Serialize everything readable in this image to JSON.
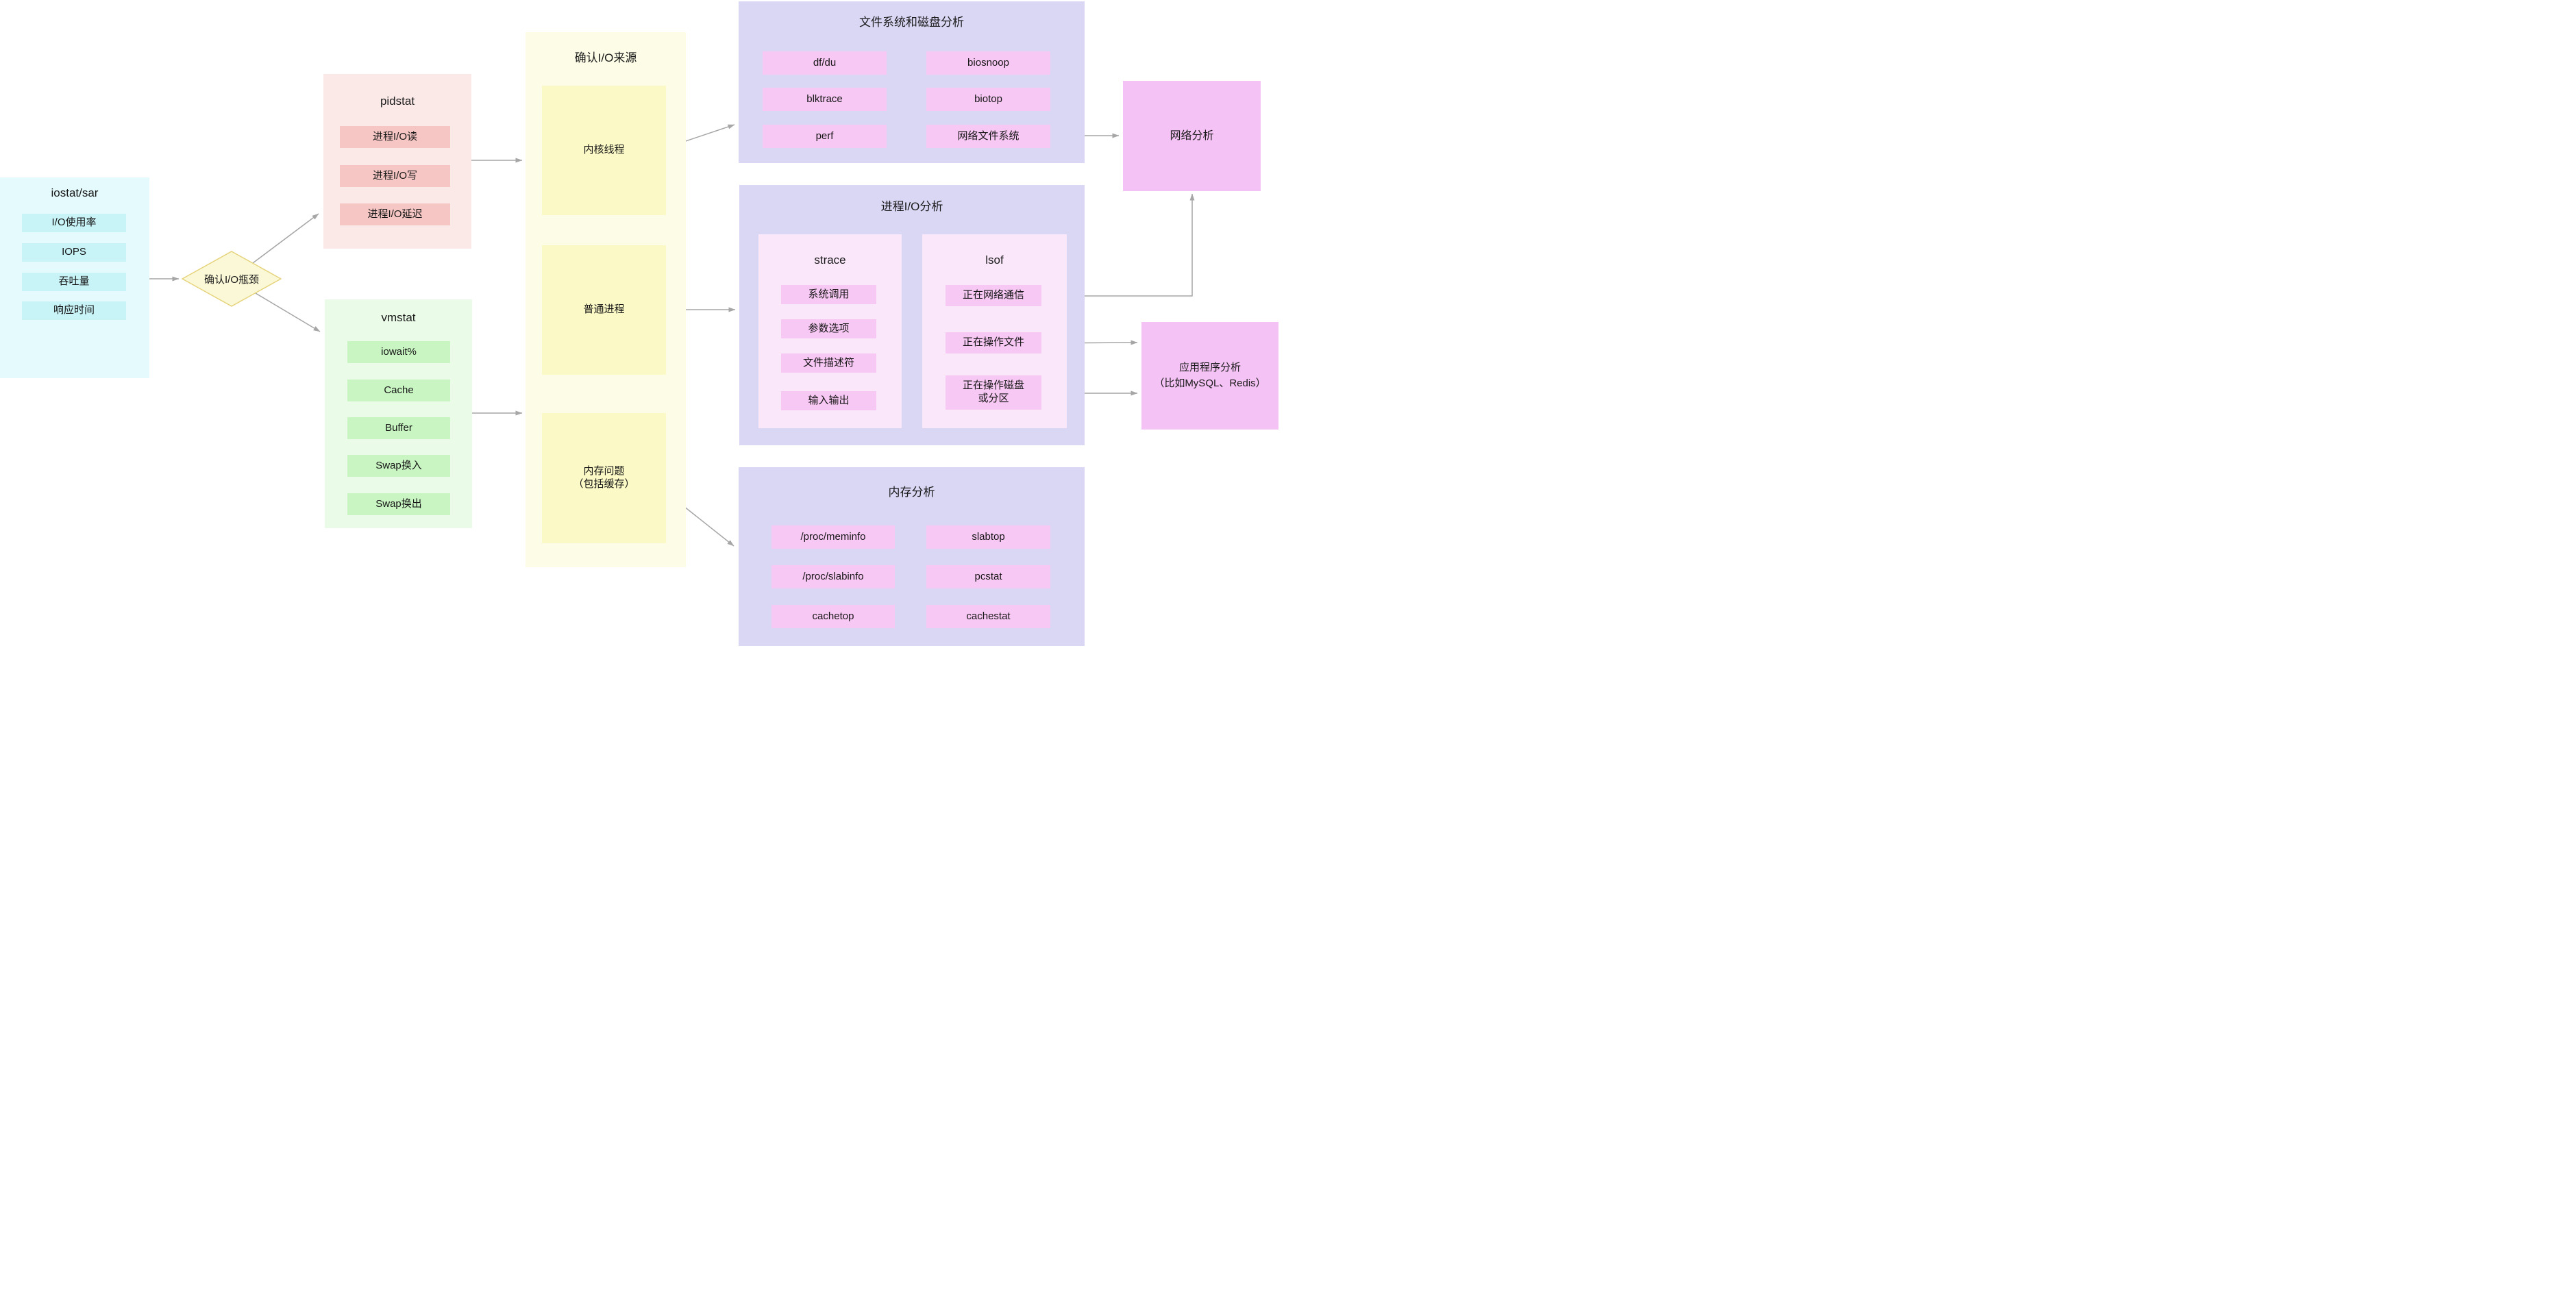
{
  "colors": {
    "background": "#ffffff",
    "arrow": "#a6a6a6",
    "cyan_panel": "#e4fafc",
    "cyan_item": "#c8f4f8",
    "red_panel": "#fbe9e8",
    "red_item": "#f5c6c3",
    "green_panel": "#eafbe8",
    "green_item": "#c8f5c2",
    "cream_panel": "#fdfce6",
    "yellow_item": "#fbf9c5",
    "diamond_fill": "#fbf8d7",
    "diamond_border": "#e5d37b",
    "lavender_panel": "#dad7f5",
    "magenta_item": "#f8c8f4",
    "pink_subpanel": "#fae8fa",
    "pink_node": "#f4c2f4",
    "text": "#1a1a1a"
  },
  "iostat": {
    "title": "iostat/sar",
    "items": [
      "I/O使用率",
      "IOPS",
      "吞吐量",
      "响应时间"
    ]
  },
  "decision": {
    "label": "确认I/O瓶颈"
  },
  "pidstat": {
    "title": "pidstat",
    "items": [
      "进程I/O读",
      "进程I/O写",
      "进程I/O延迟"
    ]
  },
  "vmstat": {
    "title": "vmstat",
    "items": [
      "iowait%",
      "Cache",
      "Buffer",
      "Swap换入",
      "Swap换出"
    ]
  },
  "io_source": {
    "title": "确认I/O来源",
    "kernel": "内核线程",
    "process": "普通进程",
    "memory_line1": "内存问题",
    "memory_line2": "（包括缓存）"
  },
  "fs_disk": {
    "title": "文件系统和磁盘分析",
    "items": [
      "df/du",
      "biosnoop",
      "blktrace",
      "biotop",
      "perf",
      "网络文件系统"
    ]
  },
  "process_io": {
    "title": "进程I/O分析",
    "strace": {
      "title": "strace",
      "items": [
        "系统调用",
        "参数选项",
        "文件描述符",
        "输入输出"
      ]
    },
    "lsof": {
      "title": "lsof",
      "items": [
        "正在网络通信",
        "正在操作文件"
      ],
      "item3_line1": "正在操作磁盘",
      "item3_line2": "或分区"
    }
  },
  "memory": {
    "title": "内存分析",
    "items": [
      "/proc/meminfo",
      "slabtop",
      "/proc/slabinfo",
      "pcstat",
      "cachetop",
      "cachestat"
    ]
  },
  "network": {
    "label": "网络分析"
  },
  "app": {
    "line1": "应用程序分析",
    "line2": "（比如MySQL、Redis）"
  }
}
